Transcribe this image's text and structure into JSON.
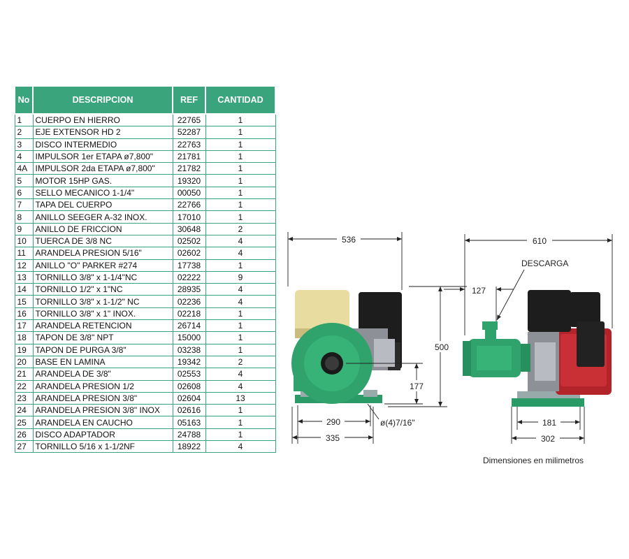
{
  "table": {
    "headers": [
      "No",
      "DESCRIPCION",
      "REF",
      "CANTIDAD"
    ],
    "rows": [
      {
        "no": "1",
        "desc": "CUERPO EN HIERRO",
        "ref": "22765",
        "qty": "1"
      },
      {
        "no": "2",
        "desc": "EJE EXTENSOR HD 2",
        "ref": "52287",
        "qty": "1"
      },
      {
        "no": "3",
        "desc": "DISCO INTERMEDIO",
        "ref": "22763",
        "qty": "1"
      },
      {
        "no": "4",
        "desc": "IMPULSOR 1er ETAPA ø7,800\"",
        "ref": "21781",
        "qty": "1"
      },
      {
        "no": "4A",
        "desc": "IMPULSOR 2da ETAPA ø7,800\"",
        "ref": "21782",
        "qty": "1"
      },
      {
        "no": "5",
        "desc": "MOTOR 15HP GAS.",
        "ref": "19320",
        "qty": "1"
      },
      {
        "no": "6",
        "desc": "SELLO MECANICO 1-1/4\"",
        "ref": "00050",
        "qty": "1"
      },
      {
        "no": "7",
        "desc": "TAPA DEL CUERPO",
        "ref": "22766",
        "qty": "1"
      },
      {
        "no": "8",
        "desc": "ANILLO SEEGER A-32 INOX.",
        "ref": "17010",
        "qty": "1"
      },
      {
        "no": "9",
        "desc": "ANILLO DE FRICCION",
        "ref": "30648",
        "qty": "2"
      },
      {
        "no": "10",
        "desc": "TUERCA DE 3/8 NC",
        "ref": "02502",
        "qty": "4"
      },
      {
        "no": "11",
        "desc": "ARANDELA PRESION 5/16\"",
        "ref": "02602",
        "qty": "4"
      },
      {
        "no": "12",
        "desc": "ANILLO \"O\" PARKER #274",
        "ref": "17738",
        "qty": "1"
      },
      {
        "no": "13",
        "desc": "TORNILLO 3/8\" x 1-1/4\"NC",
        "ref": "02222",
        "qty": "9"
      },
      {
        "no": "14",
        "desc": "TORNILLO 1/2\" x 1\"NC",
        "ref": "28935",
        "qty": "4"
      },
      {
        "no": "15",
        "desc": "TORNILLO 3/8\" x 1-1/2\" NC",
        "ref": "02236",
        "qty": "4"
      },
      {
        "no": "16",
        "desc": "TORNILLO 3/8\" x 1\" INOX.",
        "ref": "02218",
        "qty": "1"
      },
      {
        "no": "17",
        "desc": "ARANDELA RETENCION",
        "ref": "26714",
        "qty": "1"
      },
      {
        "no": "18",
        "desc": "TAPON DE 3/8\" NPT",
        "ref": "15000",
        "qty": "1"
      },
      {
        "no": "19",
        "desc": "TAPON DE PURGA 3/8\"",
        "ref": "03238",
        "qty": "1"
      },
      {
        "no": "20",
        "desc": "BASE EN LAMINA",
        "ref": "19342",
        "qty": "2"
      },
      {
        "no": "21",
        "desc": "ARANDELA DE 3/8\"",
        "ref": "02553",
        "qty": "4"
      },
      {
        "no": "22",
        "desc": "ARANDELA  PRESION 1/2",
        "ref": "02608",
        "qty": "4"
      },
      {
        "no": "23",
        "desc": "ARANDELA  PRESION 3/8\"",
        "ref": "02604",
        "qty": "13"
      },
      {
        "no": "24",
        "desc": "ARANDELA PRESION 3/8\" INOX",
        "ref": "02616",
        "qty": "1"
      },
      {
        "no": "25",
        "desc": "ARANDELA EN CAUCHO",
        "ref": "05163",
        "qty": "1"
      },
      {
        "no": "26",
        "desc": "DISCO ADAPTADOR",
        "ref": "24788",
        "qty": "1"
      },
      {
        "no": "27",
        "desc": "TORNILLO 5/16 x 1-1/2NF",
        "ref": "18922",
        "qty": "4"
      }
    ]
  },
  "drawing": {
    "front_view": {
      "overall_length": "536",
      "height": "500",
      "shaft_height": "177",
      "base_holes_span": "290",
      "base_length": "335",
      "hole_spec": "ø(4)7/16\""
    },
    "side_view": {
      "overall_width": "610",
      "discharge_label": "DESCARGA",
      "discharge_offset": "127",
      "base_holes_span": "181",
      "base_width": "302"
    },
    "caption": "Dimensiones en milimetros"
  },
  "colors": {
    "table_header": "#3aa57c",
    "pump_green": "#2fa36b",
    "engine_cream": "#e8dca0",
    "engine_red": "#b3242a"
  }
}
